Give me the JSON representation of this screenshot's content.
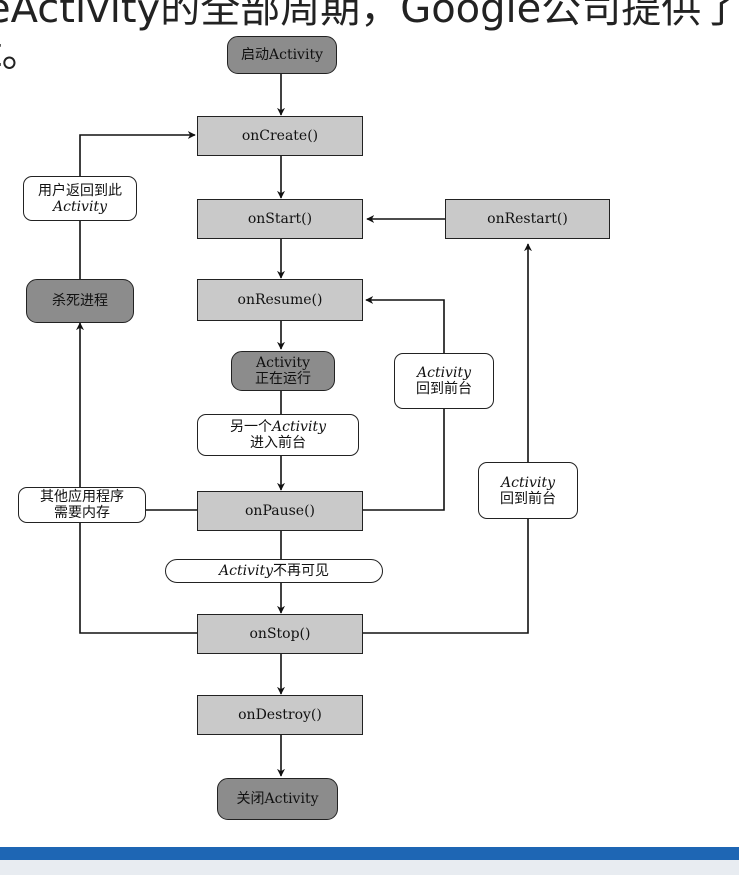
{
  "header": {
    "line1": "eActivity的全部周期，Google公司提供了Ac",
    "line2": "t。"
  },
  "nodes": {
    "start": "启动Activity",
    "on_create": "onCreate()",
    "on_start": "onStart()",
    "on_restart": "onRestart()",
    "on_resume": "onResume()",
    "running_1": "Activity",
    "running_2": "正在运行",
    "on_pause": "onPause()",
    "on_stop": "onStop()",
    "on_destroy": "onDestroy()",
    "shutdown": "关闭Activity",
    "kill_process": "杀死进程"
  },
  "notes": {
    "user_return_1": "用户返回到此",
    "user_return_2": "Activity",
    "other_activity_pre": "另一个",
    "other_activity_em": "Activity",
    "other_activity_2": "进入前台",
    "foreground_a_1": "Activity",
    "foreground_a_2": "回到前台",
    "foreground_b_1": "Activity",
    "foreground_b_2": "回到前台",
    "memory_1": "其他应用程序",
    "memory_2": "需要内存",
    "invisible_em": "Activity",
    "invisible_rest": "不再可见"
  },
  "colors": {
    "method_fill": "#c9c9c9",
    "terminal_fill": "#8c8c8c",
    "bottom_bar": "#1e66b4"
  }
}
